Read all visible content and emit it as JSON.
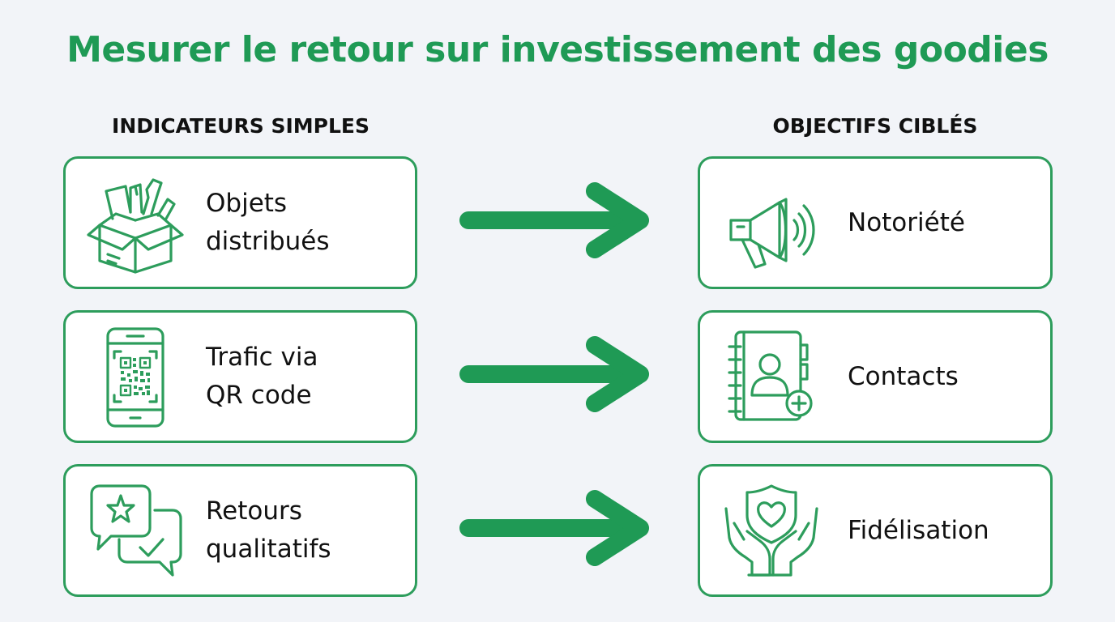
{
  "title": "Mesurer le retour sur investissement des goodies",
  "left_heading": "INDICATEURS SIMPLES",
  "right_heading": "OBJECTIFS CIBLÉS",
  "indicators": [
    {
      "label": "Objets\ndistribués",
      "icon": "gift-box-icon"
    },
    {
      "label": "Trafic via\nQR code",
      "icon": "smartphone-qr-icon"
    },
    {
      "label": "Retours\nqualitatifs",
      "icon": "feedback-chat-icon"
    }
  ],
  "objectives": [
    {
      "label": "Notoriété",
      "icon": "megaphone-icon"
    },
    {
      "label": "Contacts",
      "icon": "contact-book-icon"
    },
    {
      "label": "Fidélisation",
      "icon": "hands-heart-shield-icon"
    }
  ],
  "colors": {
    "accent": "#1f9a55",
    "border": "#2d9d5c",
    "background": "#f2f4f8",
    "card": "#ffffff"
  }
}
